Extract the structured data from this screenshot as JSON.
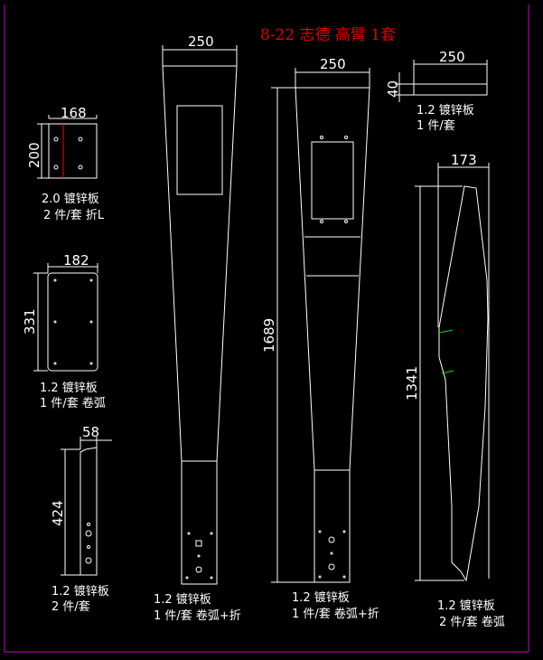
{
  "title": "8-22 志德 高臂 1套",
  "colors": {
    "background": "#000000",
    "lines": "#ffffff",
    "title": "#e00000",
    "border": "#cc00cc",
    "fold_line": "#ff0000",
    "marks": "#00dd00"
  },
  "parts": [
    {
      "id": "bracket",
      "dims": [
        "168",
        "200"
      ],
      "material": "2.0 镀锌板",
      "qty": "2 件/套 折L"
    },
    {
      "id": "plate",
      "dims": [
        "182",
        "331"
      ],
      "material": "1.2 镀锌板",
      "qty": "1 件/套 卷弧"
    },
    {
      "id": "strip",
      "dims": [
        "58",
        "424"
      ],
      "material": "1.2 镀锌板",
      "qty": "2 件/套"
    },
    {
      "id": "arm-front",
      "dims": [
        "250"
      ],
      "material": "1.2 镀锌板",
      "qty": "1 件/套 卷弧+折"
    },
    {
      "id": "arm-back",
      "dims": [
        "250",
        "1689"
      ],
      "material": "1.2 镀锌板",
      "qty": "1 件/套 卷弧+折"
    },
    {
      "id": "cap",
      "dims": [
        "250",
        "40"
      ],
      "material": "1.2 镀锌板",
      "qty": "1 件/套"
    },
    {
      "id": "side",
      "dims": [
        "173",
        "1341"
      ],
      "material": "1.2 镀锌板",
      "qty": "2 件/套 卷弧"
    }
  ]
}
